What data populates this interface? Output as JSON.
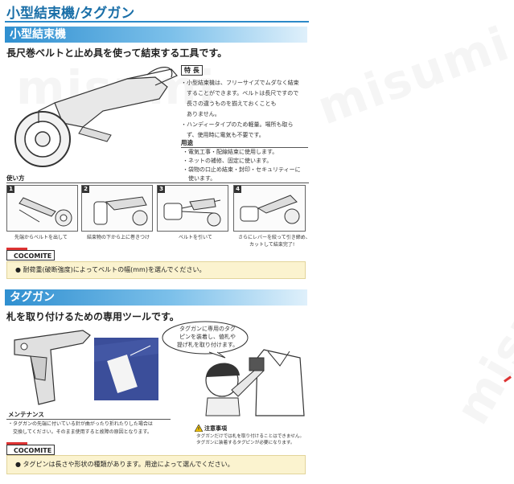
{
  "title": "小型結束機/タグガン",
  "section1": {
    "header": "小型結束機",
    "lead": "長尺巻ベルトと止め具を使って結束する工具です。",
    "feature_tag": "特 長",
    "feature_lines": [
      "・小型結束機は、フリーサイズでムダなく結束",
      "　することができます。ベルトは長尺ですので",
      "　長さの違うものを揃えておくことも",
      "　ありません。",
      "・ハンディータイプのため軽量。場所も取ら",
      "　ず、使用時に電気も不要です。"
    ],
    "usage_heading": "用途",
    "usage_lines": [
      "・電気工事・配線結束に使用します。",
      "・ネットの補修、固定に使います。",
      "・袋物の口止め結束・封印・セキュリティーに",
      "　使います。"
    ],
    "howto_heading": "使い方",
    "steps": [
      {
        "num": "1",
        "caption": "先端からベルトを出して"
      },
      {
        "num": "2",
        "caption": "結束物の下から上に巻きつけ"
      },
      {
        "num": "3",
        "caption": "ベルトを引いて"
      },
      {
        "num": "4",
        "caption_line1": "さらにレバーを絞って引き締め、",
        "caption_line2": "カットして結束完了!"
      }
    ],
    "coco_label": "COCOMITE",
    "note": "● 耐荷重(破断強度)によってベルトの幅(mm)を選んでください。"
  },
  "section2": {
    "header": "タグガン",
    "lead": "札を取り付けるための専用ツールです。",
    "bubble_lines": [
      "タグガンに専用のタグ",
      "ピンを装着し、値札や",
      "提げ札を取り付けます。"
    ],
    "maint_heading": "メンテナンス",
    "maint_lines": [
      "・タグガンの先端に付いている針が曲がったり折れたりした場合は",
      "　交換してください。そのまま使用すると故障の原因となります。"
    ],
    "caution_heading": "注意事項",
    "caution_lines": [
      "タグガンだけでは札を取り付けることはできません。",
      "タグガンに装着するタグピンが必要になります。"
    ],
    "coco_label": "COCOMITE",
    "note": "● タグピンは長さや形状の種類があります。用途によって選んでください。"
  },
  "watermark": [
    "misumi",
    "misumi",
    "misumi"
  ],
  "colors": {
    "accent": "#2c89c8",
    "note_bg": "#fbf3cf"
  }
}
